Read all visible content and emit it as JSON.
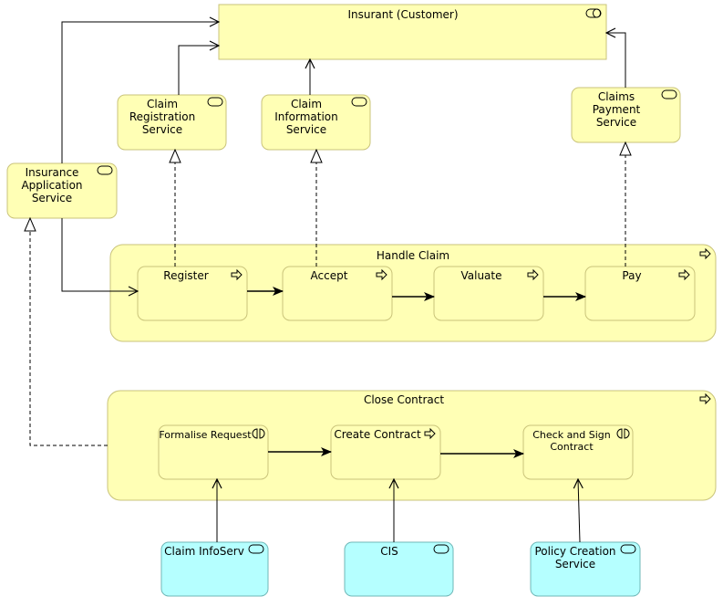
{
  "colors": {
    "business": "#ffffb5",
    "business_border": "#c9c37a",
    "application": "#b5ffff",
    "application_border": "#6fb7b7",
    "line": "#000000",
    "background": "#ffffff"
  },
  "nodes": {
    "insurant": {
      "lines": [
        "Insurant (Customer)"
      ],
      "icon": "business-role-icon"
    },
    "claim_registration_service": {
      "lines": [
        "Claim",
        "Registration",
        "Service"
      ],
      "icon": "business-service-icon"
    },
    "claim_information_service": {
      "lines": [
        "Claim",
        "Information",
        "Service"
      ],
      "icon": "business-service-icon"
    },
    "claims_payment_service": {
      "lines": [
        "Claims",
        "Payment",
        "Service"
      ],
      "icon": "business-service-icon"
    },
    "insurance_application_service": {
      "lines": [
        "Insurance",
        "Application",
        "Service"
      ],
      "icon": "business-service-icon"
    },
    "handle_claim": {
      "lines": [
        "Handle Claim"
      ],
      "icon": "business-process-icon"
    },
    "register": {
      "lines": [
        "Register"
      ],
      "icon": "business-process-icon"
    },
    "accept": {
      "lines": [
        "Accept"
      ],
      "icon": "business-process-icon"
    },
    "valuate": {
      "lines": [
        "Valuate"
      ],
      "icon": "business-process-icon"
    },
    "pay": {
      "lines": [
        "Pay"
      ],
      "icon": "business-process-icon"
    },
    "close_contract": {
      "lines": [
        "Close Contract"
      ],
      "icon": "business-process-icon"
    },
    "formalise_request": {
      "lines": [
        "Formalise Request"
      ],
      "icon": "business-interaction-icon"
    },
    "create_contract": {
      "lines": [
        "Create Contract"
      ],
      "icon": "business-process-icon"
    },
    "check_and_sign_contract": {
      "lines": [
        "Check and Sign",
        "Contract"
      ],
      "icon": "business-interaction-icon"
    },
    "claim_infoserv": {
      "lines": [
        "Claim InfoServ"
      ],
      "icon": "application-service-icon"
    },
    "cis": {
      "lines": [
        "CIS"
      ],
      "icon": "application-service-icon"
    },
    "policy_creation_service": {
      "lines": [
        "Policy Creation",
        "Service"
      ],
      "icon": "application-service-icon"
    }
  }
}
